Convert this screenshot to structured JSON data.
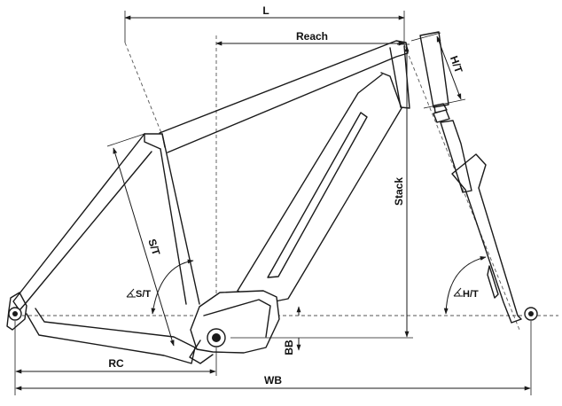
{
  "labels": {
    "length": "L",
    "reach": "Reach",
    "head_tube": "H/T",
    "stack": "Stack",
    "seat_tube": "S/T",
    "seat_angle": "S/T",
    "head_angle": "H/T",
    "bottom_bracket": "BB",
    "rear_center": "RC",
    "wheelbase": "WB"
  }
}
